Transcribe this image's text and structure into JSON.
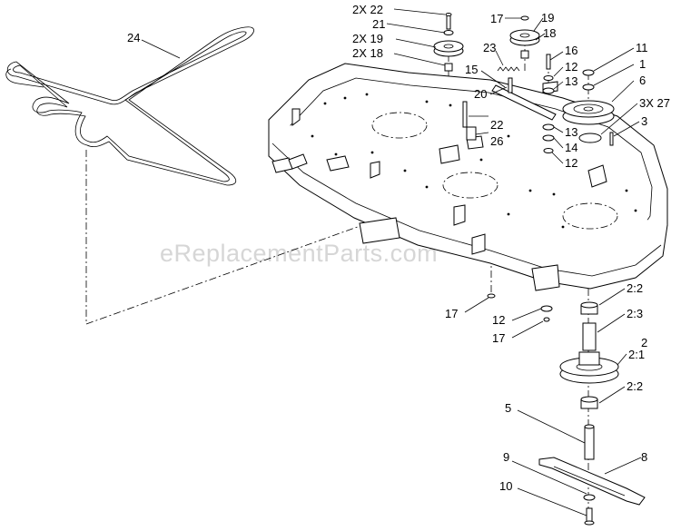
{
  "watermark": "eReplacementParts.com",
  "callouts": {
    "belt": "24",
    "c2x22": "2X 22",
    "c21": "21",
    "c2x19": "2X 19",
    "c2x18": "2X 18",
    "c17top": "17",
    "c19": "19",
    "c18": "18",
    "c23": "23",
    "c16": "16",
    "c12a": "12",
    "c13a": "13",
    "c15": "15",
    "c20": "20",
    "c22": "22",
    "c26": "26",
    "c13b": "13",
    "c14": "14",
    "c12b": "12",
    "c11": "11",
    "c1": "1",
    "c6": "6",
    "c3x27": "3X 27",
    "c3": "3",
    "c17mid": "17",
    "c12c": "12",
    "c17low": "17",
    "c2_2a": "2:2",
    "c2_3": "2:3",
    "c2": "2",
    "c2_1": "2:1",
    "c2_2b": "2:2",
    "c5": "5",
    "c9": "9",
    "c8": "8",
    "c10": "10"
  }
}
